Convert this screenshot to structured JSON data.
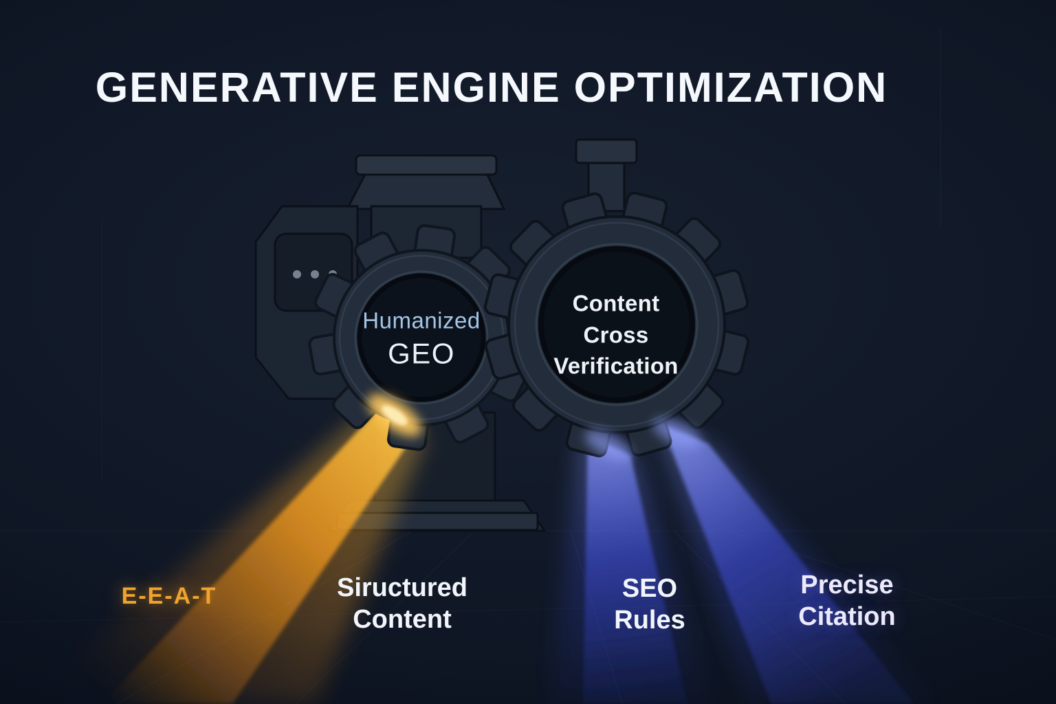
{
  "title": "GENERATIVE ENGINE OPTIMIZATION",
  "gear_left": {
    "label_top": "Humanized",
    "label_bottom": "GEO"
  },
  "gear_right": {
    "line1": "Content",
    "line2": "Cross",
    "line3": "Verification"
  },
  "outputs": {
    "eeat": {
      "label": "E-E-A-T",
      "color": "#efa42f"
    },
    "structured_content": {
      "line1": "Siructured",
      "line2": "Content",
      "color": "#f2f6fb"
    },
    "seo_rules": {
      "line1": "SEO",
      "line2": "Rules",
      "color": "#f2f6fb"
    },
    "precise_citation": {
      "line1": "Precise",
      "line2": "Citation",
      "color": "#eceafa"
    }
  },
  "colors": {
    "background": "#101827",
    "title_text": "#f5f8fc",
    "gear_body": "#232d3b",
    "gear_inner": "#0c121c",
    "humanized_text": "#a4c5e6",
    "beam_orange": "#f59c1e",
    "beam_blue": "#4656ee"
  }
}
